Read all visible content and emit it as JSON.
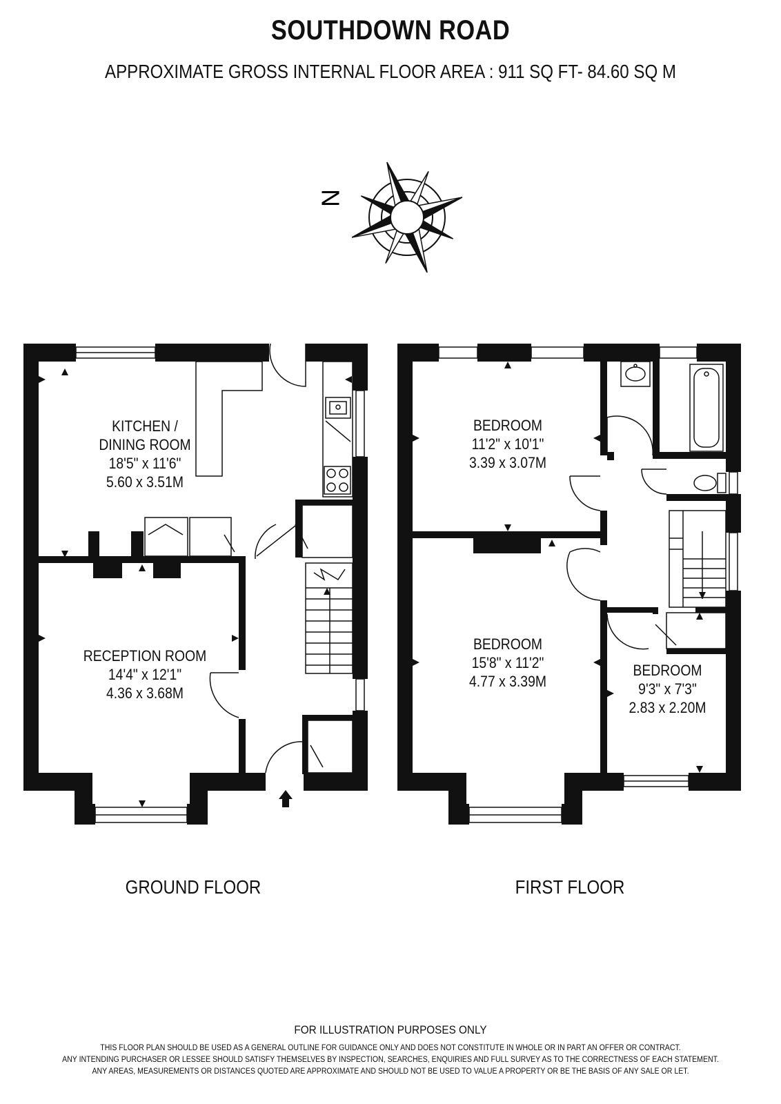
{
  "header": {
    "title": "SOUTHDOWN ROAD",
    "subtitle": "APPROXIMATE GROSS INTERNAL FLOOR AREA : 911 SQ FT-  84.60 SQ M"
  },
  "compass": {
    "label": "N"
  },
  "ground_floor": {
    "label": "GROUND FLOOR",
    "rooms": [
      {
        "name_line1": "KITCHEN /",
        "name_line2": "DINING ROOM",
        "imperial": "18'5\" x 11'6\"",
        "metric": "5.60 x 3.51M"
      },
      {
        "name_line1": "RECEPTION ROOM",
        "imperial": "14'4\" x 12'1\"",
        "metric": "4.36 x 3.68M"
      }
    ]
  },
  "first_floor": {
    "label": "FIRST FLOOR",
    "rooms": [
      {
        "name_line1": "BEDROOM",
        "imperial": "11'2\" x 10'1\"",
        "metric": "3.39 x 3.07M"
      },
      {
        "name_line1": "BEDROOM",
        "imperial": "15'8\" x 11'2\"",
        "metric": "4.77 x 3.39M"
      },
      {
        "name_line1": "BEDROOM",
        "imperial": "9'3\" x 7'3\"",
        "metric": "2.83 x 2.20M"
      }
    ]
  },
  "disclaimer": {
    "title": "FOR ILLUSTRATION PURPOSES ONLY",
    "line1": "THIS FLOOR PLAN SHOULD BE USED AS A GENERAL OUTLINE FOR GUIDANCE ONLY AND DOES NOT CONSTITUTE IN WHOLE OR IN PART AN OFFER OR CONTRACT.",
    "line2": "ANY INTENDING PURCHASER OR LESSEE SHOULD SATISFY THEMSELVES BY INSPECTION, SEARCHES, ENQUIRIES AND FULL SURVEY AS TO THE CORRECTNESS OF EACH STATEMENT.",
    "line3": "ANY AREAS, MEASUREMENTS OR DISTANCES QUOTED ARE APPROXIMATE AND SHOULD NOT BE USED TO VALUE A PROPERTY OR BE THE BASIS OF ANY SALE OR LET."
  }
}
